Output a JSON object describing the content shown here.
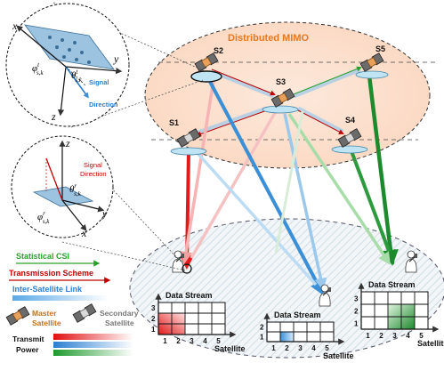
{
  "title": "Distributed MIMO",
  "satellites": [
    {
      "label": "S1",
      "role": "secondary"
    },
    {
      "label": "S2",
      "role": "master"
    },
    {
      "label": "S3",
      "role": "master"
    },
    {
      "label": "S4",
      "role": "secondary"
    },
    {
      "label": "S5",
      "role": "master"
    }
  ],
  "zoom_top": {
    "axes": [
      "x",
      "y",
      "z"
    ],
    "symbol_phi": "φ",
    "phi_sup": "t",
    "phi_sub": "s,k",
    "symbol_theta": "θ",
    "theta_sup": "t",
    "theta_sub": "s,k",
    "direction_label": [
      "Signal",
      "Direction"
    ]
  },
  "zoom_mid": {
    "axes": [
      "z",
      "y",
      "x"
    ],
    "symbol_phi": "φ",
    "phi_sup": "r",
    "phi_sub": "s,k",
    "symbol_theta": "θ",
    "theta_sup": "r",
    "theta_sub": "s,k",
    "direction_label": [
      "Signal",
      "Direction"
    ]
  },
  "legend": {
    "statistical_csi": "Statistical CSI",
    "transmission_scheme": "Transmission Scheme",
    "inter_satellite_link": "Inter-Satellite Link",
    "master": [
      "Master",
      "Satellite"
    ],
    "secondary": [
      "Secondary",
      "Satellite"
    ],
    "transmit_power": [
      "Transmit",
      "Power"
    ],
    "colors": {
      "statistical_csi": "#2ca02c",
      "transmission_scheme": "#c00000",
      "inter_satellite_link": "#3a8fd6"
    }
  },
  "grids": [
    {
      "title": "Data Stream",
      "y_ticks": [
        "3",
        "2",
        "1"
      ],
      "x_ticks": [
        "1",
        "2",
        "3",
        "4",
        "5"
      ],
      "x_label": "Satellite",
      "fill_color": "#e02020"
    },
    {
      "title": "Data Stream",
      "y_ticks": [
        "2",
        "1"
      ],
      "x_ticks": [
        "1",
        "2",
        "3",
        "4",
        "5"
      ],
      "x_label": "Satellite",
      "fill_color": "#3a8fd6"
    },
    {
      "title": "Data Stream",
      "y_ticks": [
        "3",
        "2",
        "1"
      ],
      "x_ticks": [
        "1",
        "2",
        "3",
        "4",
        "5"
      ],
      "x_label": "Satellite",
      "fill_color": "#2a9a3a"
    }
  ]
}
